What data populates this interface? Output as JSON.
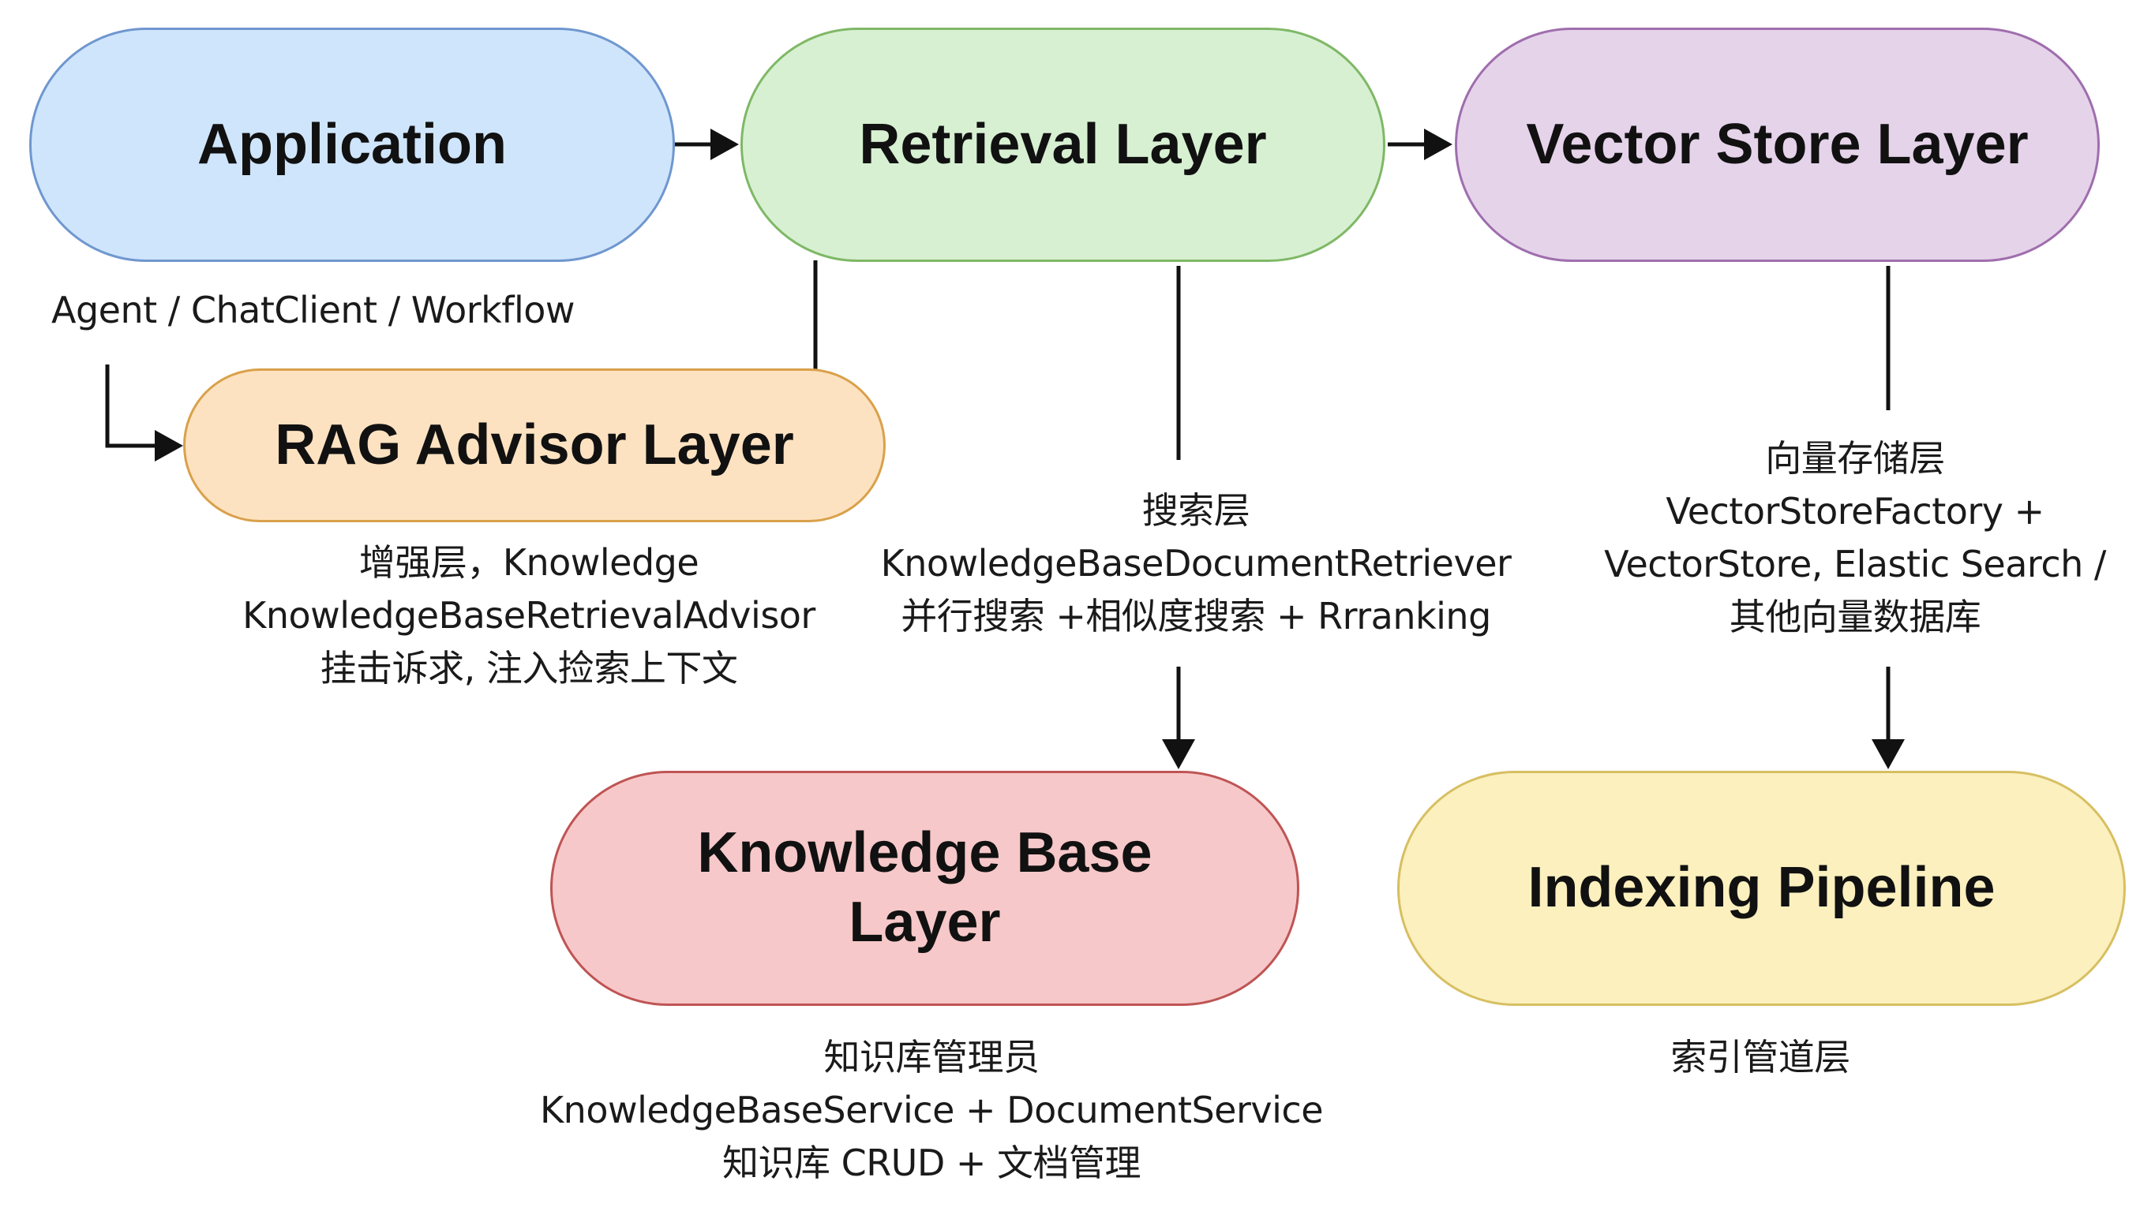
{
  "nodes": {
    "application": {
      "label": "Application",
      "fill": "#cfe5fb",
      "stroke": "#6f97cf"
    },
    "retrieval": {
      "label": "Retrieval Layer",
      "fill": "#d7f0d2",
      "stroke": "#7fb866"
    },
    "vector_store": {
      "label": "Vector Store Layer",
      "fill": "#e5d3ea",
      "stroke": "#9f6ead"
    },
    "rag_advisor": {
      "label": "RAG Advisor Layer",
      "fill": "#fde2c1",
      "stroke": "#d9a14b"
    },
    "knowledge_base": {
      "label": "Knowledge Base\nLayer",
      "fill": "#f7c8c9",
      "stroke": "#bf5454"
    },
    "indexing": {
      "label": "Indexing Pipeline",
      "fill": "#fbf0be",
      "stroke": "#d7bf62"
    }
  },
  "captions": {
    "application": "Agent / ChatClient / Workflow",
    "rag_advisor": "增强层，Knowledge\nKnowledgeBaseRetrievalAdvisor\n挂击诉求, 注入捡索上下文",
    "retrieval": "搜索层\nKnowledgeBaseDocumentRetriever\n并行搜索 +相似度搜索 + Rrranking",
    "vector_store": "向量存储层\nVectorStoreFactory +\nVectorStore, Elastic Search /\n其他向量数据库",
    "knowledge_base": "知识库管理员\nKnowledgeBaseService + DocumentService\n知识库 CRUD + 文档管理",
    "indexing": "索引管道层"
  },
  "line_color": "#111111"
}
